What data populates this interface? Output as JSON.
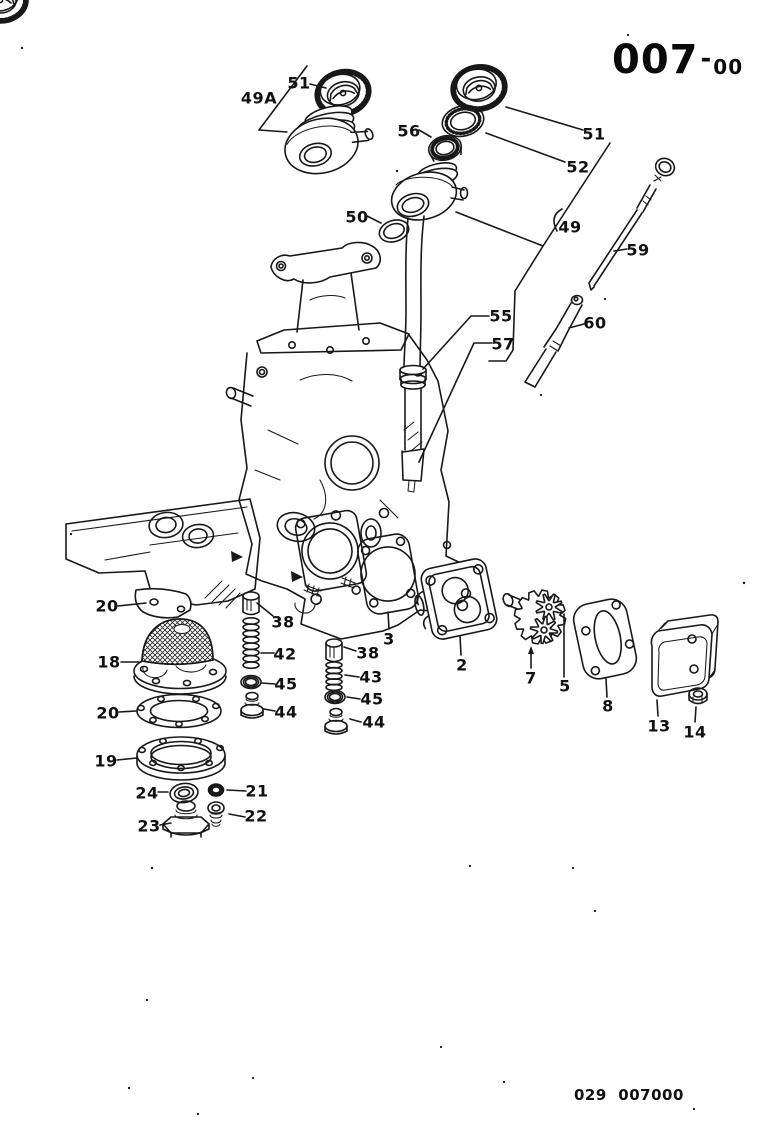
{
  "page": {
    "code_main": "007",
    "code_separator": "-",
    "code_suffix": "00",
    "footer_code": "029  007000"
  },
  "ink_color": "#181818",
  "background_color": "#ffffff",
  "part_labels": [
    {
      "text": "49A"
    },
    {
      "text": "51"
    },
    {
      "text": "56"
    },
    {
      "text": "51"
    },
    {
      "text": "52"
    },
    {
      "text": "50"
    },
    {
      "text": "49"
    },
    {
      "text": "59"
    },
    {
      "text": "55"
    },
    {
      "text": "57"
    },
    {
      "text": "60"
    },
    {
      "text": "20"
    },
    {
      "text": "18"
    },
    {
      "text": "20"
    },
    {
      "text": "19"
    },
    {
      "text": "38"
    },
    {
      "text": "42"
    },
    {
      "text": "45"
    },
    {
      "text": "44"
    },
    {
      "text": "3"
    },
    {
      "text": "38"
    },
    {
      "text": "43"
    },
    {
      "text": "45"
    },
    {
      "text": "44"
    },
    {
      "text": "2"
    },
    {
      "text": "7"
    },
    {
      "text": "5"
    },
    {
      "text": "8"
    },
    {
      "text": "13"
    },
    {
      "text": "14"
    },
    {
      "text": "24"
    },
    {
      "text": "21"
    },
    {
      "text": "23"
    },
    {
      "text": "22"
    }
  ]
}
